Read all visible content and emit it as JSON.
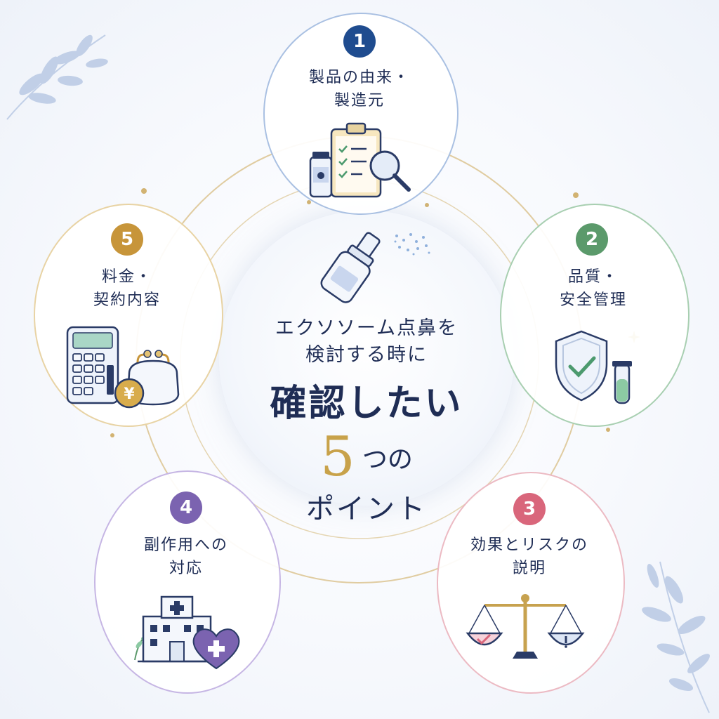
{
  "center": {
    "line1": "エクソソーム点鼻を",
    "line2": "検討する時に",
    "line3": "確認したい",
    "number": "5",
    "line4": "つの",
    "line5": "ポイント"
  },
  "points": [
    {
      "number": "1",
      "line1": "製品の由来・",
      "line2": "製造元",
      "color": "#1f4c8f"
    },
    {
      "number": "2",
      "line1": "品質・",
      "line2": "安全管理",
      "color": "#5b9a6b"
    },
    {
      "number": "3",
      "line1": "効果とリスクの",
      "line2": "説明",
      "color": "#d9667b"
    },
    {
      "number": "4",
      "line1": "副作用への",
      "line2": "対応",
      "color": "#7b63b0"
    },
    {
      "number": "5",
      "line1": "料金・",
      "line2": "契約内容",
      "color": "#c7953a"
    }
  ],
  "icons": {
    "point1": "clipboard-magnifier-vial-icon",
    "point2": "shield-check-test-tube-icon",
    "point3": "balance-scale-icon",
    "point4": "hospital-heart-icon",
    "point5": "calculator-purse-yen-icon",
    "center": "nasal-spray-icon"
  }
}
